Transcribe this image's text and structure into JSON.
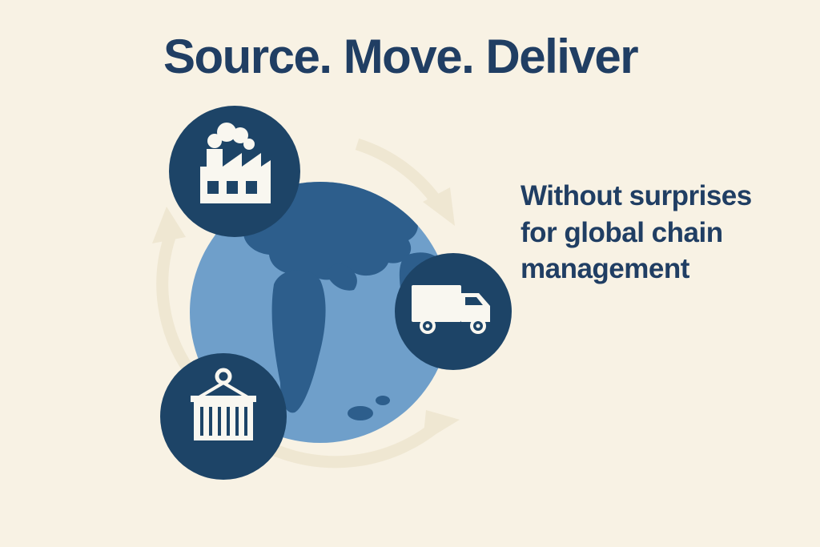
{
  "title": "Source. Move. Deliver",
  "tagline": "Without surprises for global chain management",
  "colors": {
    "background": "#f8f2e4",
    "navy": "#1d4467",
    "text_navy": "#203e63",
    "globe_water": "#6f9fca",
    "continent": "#2d5e8c",
    "arrow": "#efe7d2",
    "icon_white": "#f9f7f0"
  },
  "nodes": [
    {
      "icon": "factory-icon",
      "meaning": "Source"
    },
    {
      "icon": "truck-icon",
      "meaning": "Move"
    },
    {
      "icon": "container-icon",
      "meaning": "Deliver"
    }
  ]
}
